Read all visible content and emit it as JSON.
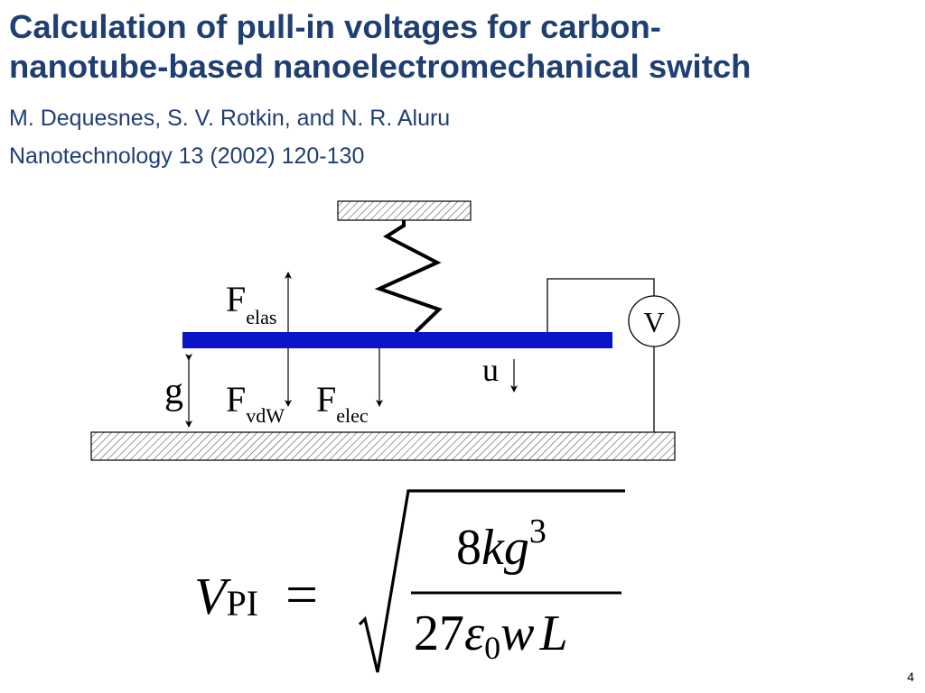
{
  "slide": {
    "title_line1": "Calculation of pull-in voltages for carbon-",
    "title_line2": "nanotube-based nanoelectromechanical switch",
    "authors": "M. Dequesnes, S. V. Rotkin, and N. R. Aluru",
    "journal": "Nanotechnology 13 (2002) 120-130",
    "page_number": "4"
  },
  "diagram": {
    "voltmeter_label": "V",
    "force_labels": {
      "elastic_main": "F",
      "elastic_sub": "elas",
      "vdw_main": "F",
      "vdw_sub": "vdW",
      "elec_main": "F",
      "elec_sub": "elec"
    },
    "gap_label": "g",
    "displacement_label": "u",
    "nanotube_color": "#0a14c8"
  },
  "formula": {
    "lhs_var": "V",
    "lhs_sub": "PI",
    "equals": "=",
    "numerator_coef": "8",
    "numerator_k": "k",
    "numerator_g": "g",
    "numerator_exp": "3",
    "denominator_coef": "27",
    "denominator_eps": "ε",
    "denominator_eps_sub": "0",
    "denominator_w": "w",
    "denominator_L": "L"
  }
}
